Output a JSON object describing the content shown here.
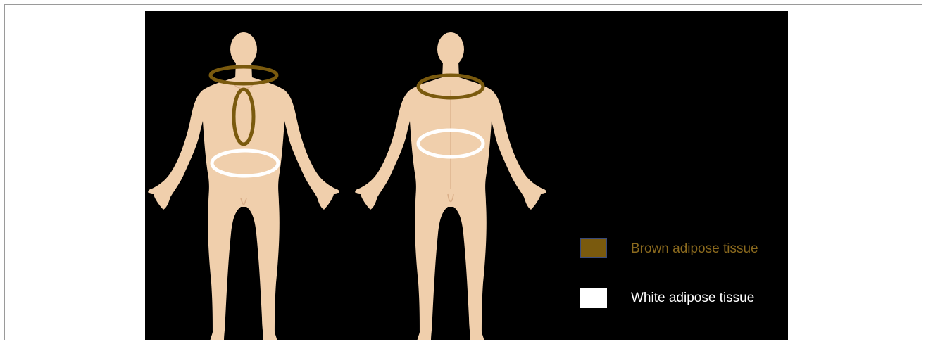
{
  "colors": {
    "background": "#000000",
    "skin": "#f0cfac",
    "skin_shadow": "#d9ae88",
    "brown_adipose": "#7a5a0e",
    "white_adipose": "#ffffff"
  },
  "figures": [
    {
      "view": "front",
      "markers": [
        "brown-adipose-supraclavicular",
        "brown-adipose-mediastinal",
        "white-adipose-abdominal"
      ]
    },
    {
      "view": "back",
      "markers": [
        "brown-adipose-interscapular",
        "white-adipose-lumbar"
      ]
    }
  ],
  "legend": {
    "brown": {
      "label": "Brown adipose tissue",
      "color": "#7a5a0e",
      "text_color": "#8b6a1e"
    },
    "white": {
      "label": "White adipose tissue",
      "color": "#ffffff",
      "text_color": "#ffffff"
    }
  }
}
